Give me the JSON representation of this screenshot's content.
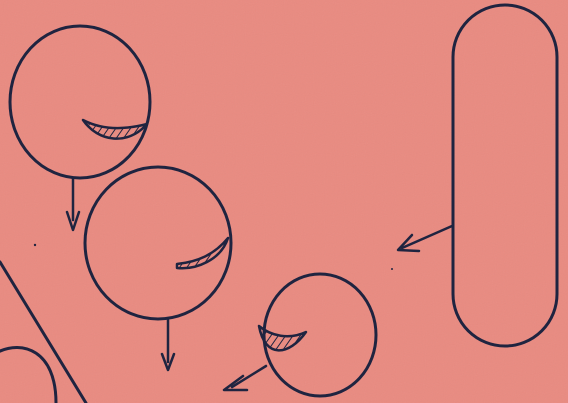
{
  "scene": {
    "background_color": "#e98a80",
    "ink_color": "#1f2440",
    "shading_color": "#1f2440",
    "figures": [
      "circle-with-crescent-top-left",
      "circle-with-crescent-middle",
      "circle-with-crescent-bottom-right",
      "rounded-capsule-right",
      "partial-circle-bottom-left"
    ]
  }
}
